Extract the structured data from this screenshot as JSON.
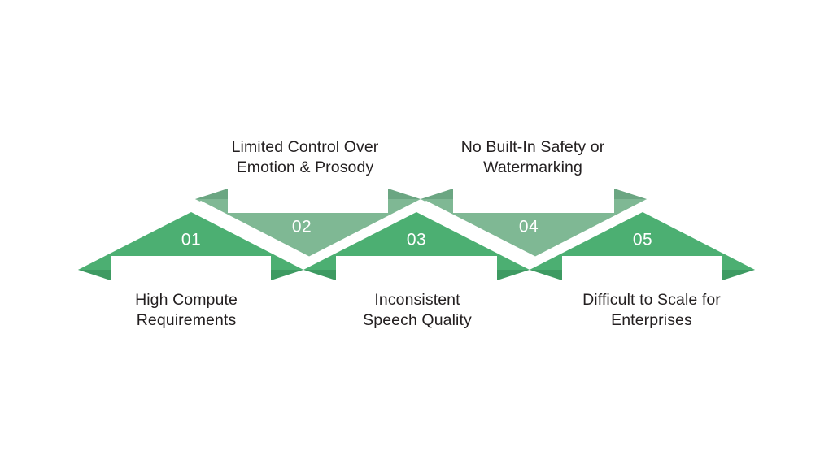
{
  "graphic": {
    "type": "interlocking-chevron-arrow-diagram",
    "orientation": "horizontal",
    "step_count": 5,
    "background_color": "#ffffff",
    "colors": {
      "arrow_primary": "#4CAF72",
      "arrow_primary_barb": "#3E9A62",
      "arrow_secondary": "#7FB894",
      "arrow_secondary_barb": "#6BA682",
      "number_text": "#ffffff",
      "caption_text": "#231f20",
      "gap": "#ffffff"
    }
  },
  "steps": [
    {
      "number": "01",
      "caption": "High Compute\nRequirements",
      "row": "bottom",
      "shade": "primary"
    },
    {
      "number": "02",
      "caption": "Limited Control Over\nEmotion & Prosody",
      "row": "top",
      "shade": "secondary"
    },
    {
      "number": "03",
      "caption": "Inconsistent\nSpeech Quality",
      "row": "bottom",
      "shade": "primary"
    },
    {
      "number": "04",
      "caption": "No Built-In Safety or\nWatermarking",
      "row": "top",
      "shade": "secondary"
    },
    {
      "number": "05",
      "caption": "Difficult to Scale for\nEnterprises",
      "row": "bottom",
      "shade": "primary"
    }
  ]
}
